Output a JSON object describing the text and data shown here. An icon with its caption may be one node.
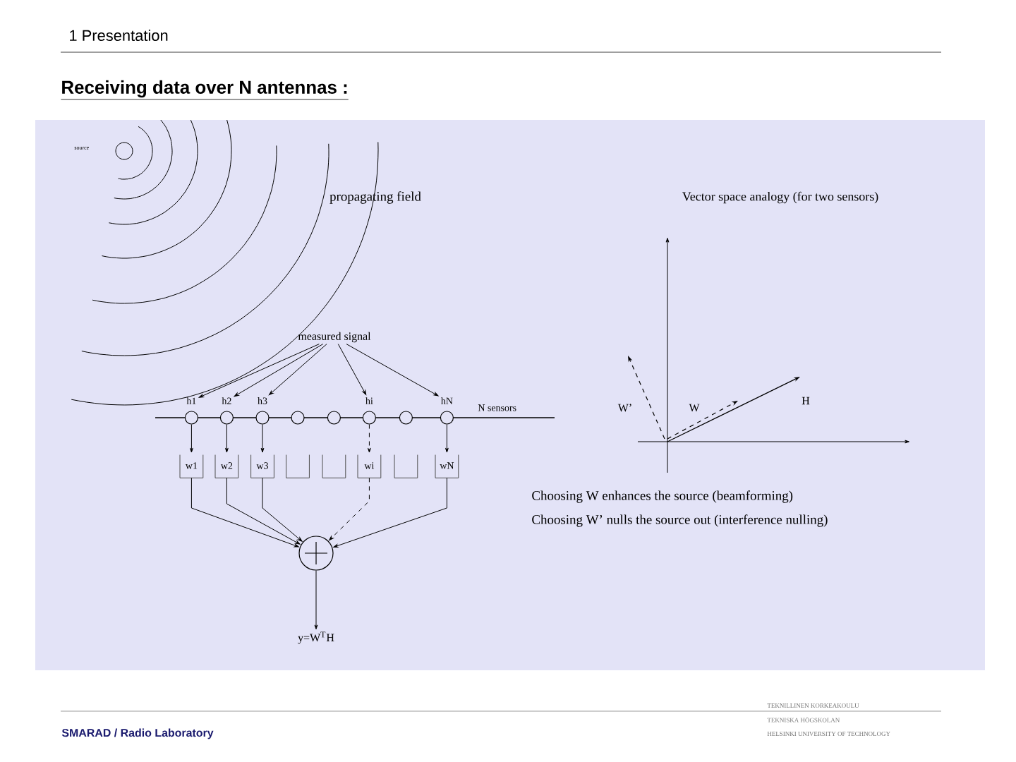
{
  "diagram": {
    "title": "Receiving data over N antennas :",
    "nodes": [
      {
        "text": [
          "measured signal"
        ]
      },
      {
        "text": [
          "h1"
        ]
      },
      {
        "text": [
          "h2"
        ]
      },
      {
        "text": [
          "h3"
        ]
      },
      {
        "text": [
          "hi"
        ]
      },
      {
        "text": [
          "hN"
        ]
      },
      {
        "text": [],
        "shape": "circle"
      },
      {
        "text": [],
        "shape": "circle"
      },
      {
        "text": [],
        "shape": "circle"
      },
      {
        "text": [],
        "shape": "circle"
      },
      {
        "text": [],
        "shape": "circle"
      },
      {
        "text": [],
        "shape": "circle"
      },
      {
        "text": [],
        "shape": "circle"
      },
      {
        "text": [],
        "shape": "circle"
      },
      {
        "text": [
          "w1"
        ]
      },
      {
        "text": [
          "w2"
        ]
      },
      {
        "text": [
          "w3"
        ]
      },
      {
        "text": [],
        "shape": "box"
      },
      {
        "text": [],
        "shape": "box"
      },
      {
        "text": [
          "wi"
        ]
      },
      {
        "text": [],
        "shape": "box"
      },
      {
        "text": [
          "wN"
        ]
      },
      {
        "text": [],
        "shape": "circle"
      },
      {
        "text": [
          "y=W$^{T}$H"
        ]
      }
    ],
    "edges": [
      {
        "from": 0,
        "to": 1,
        "arrow": "to"
      },
      {
        "from": 0,
        "to": 2,
        "arrow": "to"
      },
      {
        "from": 0,
        "to": 3,
        "arrow": "to"
      },
      {
        "from": 0,
        "to": 4,
        "arrow": "to"
      },
      {
        "from": 0,
        "to": 5,
        "arrow": "to"
      },
      {
        "from": 6,
        "to": 14,
        "arrow": "to"
      },
      {
        "from": 7,
        "to": 15,
        "arrow": "to"
      },
      {
        "from": 8,
        "to": 16,
        "arrow": "to"
      },
      {
        "from": 11,
        "to": 19,
        "arrow": "to",
        "style": "dashed"
      },
      {
        "from": 13,
        "to": 21,
        "arrow": "to"
      },
      {
        "from": 14,
        "to": 22,
        "arrow": "to"
      },
      {
        "from": 15,
        "to": 22,
        "arrow": "to"
      },
      {
        "from": 16,
        "to": 22,
        "arrow": "to"
      },
      {
        "from": 19,
        "to": 22,
        "arrow": "to",
        "style": "dashed"
      },
      {
        "from": 21,
        "to": 22,
        "arrow": "to"
      },
      {
        "from": 22,
        "to": 23,
        "arrow": "to"
      }
    ],
    "labels": [
      "1 Presentation",
      "source",
      "propagating field",
      "N sensors",
      "Vector space analogy (for two sensors)",
      "W’",
      "W",
      "H",
      "Choosing W enhances the source (beamforming)",
      "Choosing W’ nulls the source out (interference nulling)",
      "SMARAD / Radio Laboratory",
      "TEKNILLINEN KORKEAKOULU",
      "TEKNISKA HÖGSKOLAN",
      "HELSINKI UNIVERSITY OF TECHNOLOGY"
    ]
  }
}
